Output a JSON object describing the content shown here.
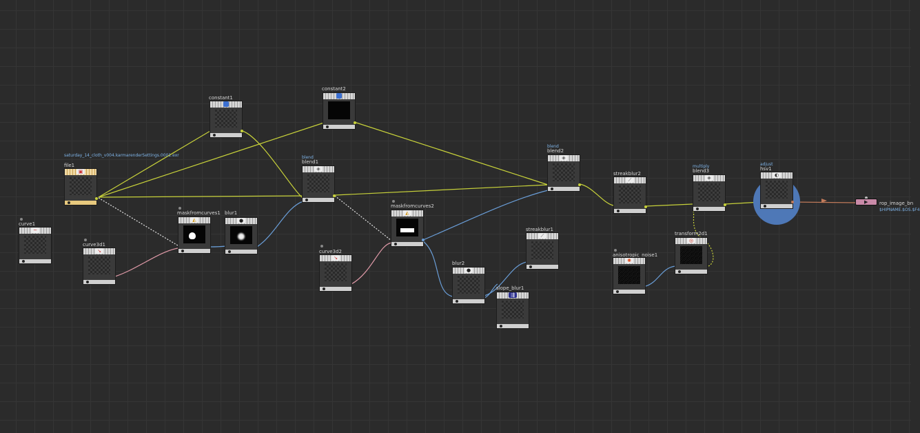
{
  "nodes": {
    "file1": {
      "name": "file1",
      "sub": "saturday_14_cloth_v004.karmarenderSettings.0001.exr"
    },
    "curve1": {
      "name": "curve1"
    },
    "curve3d1": {
      "name": "curve3d1"
    },
    "constant1": {
      "name": "constant1"
    },
    "constant2": {
      "name": "constant2"
    },
    "maskfromcurves1": {
      "name": "maskfromcurves1"
    },
    "blur1": {
      "name": "blur1"
    },
    "blend1": {
      "name": "blend1",
      "sub": "blend"
    },
    "curve3d2": {
      "name": "curve3d2"
    },
    "maskfromcurves2": {
      "name": "maskfromcurves2"
    },
    "blur2": {
      "name": "blur2"
    },
    "streakblur1": {
      "name": "streakblur1"
    },
    "slope_blur1": {
      "name": "slope_blur1"
    },
    "blend2": {
      "name": "blend2",
      "sub": "blend"
    },
    "streakblur2": {
      "name": "streakblur2"
    },
    "anisotropic_noise1": {
      "name": "anisotropic_noise1"
    },
    "blend3": {
      "name": "blend3",
      "sub": "multiply"
    },
    "transform2d1": {
      "name": "transform2d1"
    },
    "hsv1": {
      "name": "hsv1",
      "sub": "adjust"
    },
    "rop_image_bn": {
      "name": "rop_image_bn",
      "sub": "$HIPNAME.$OS.$F4"
    }
  },
  "colors": {
    "wire_yellow": "#c8d23a",
    "wire_blue": "#6a9ed8",
    "wire_pink": "#e09aa8",
    "wire_orange": "#c07a5a",
    "selected": "#e8c97e"
  }
}
